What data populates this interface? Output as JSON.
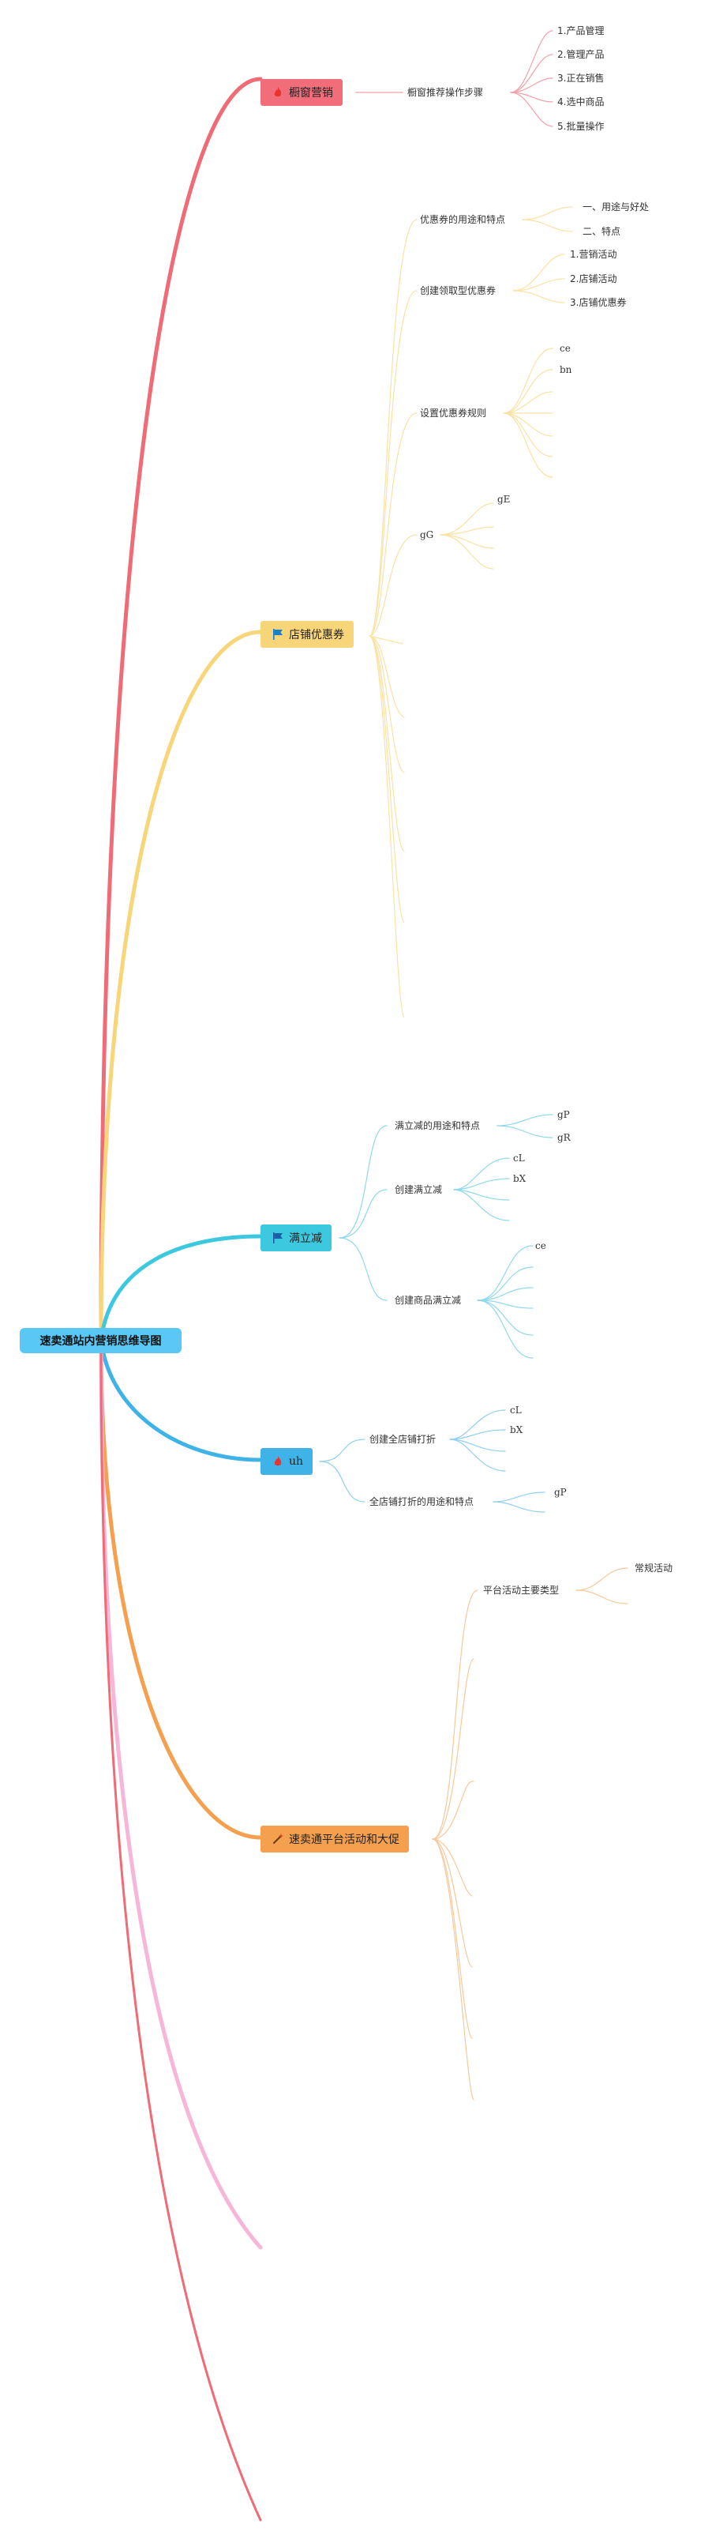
{
  "root": {
    "label": "速卖通站内营销思维导图",
    "color": "#5ac8f5"
  },
  "branches": [
    {
      "label": "橱窗营销",
      "icon": "fire-icon",
      "color": "#f16d7a"
    },
    {
      "label": "店铺优惠券",
      "icon": "flag-icon",
      "color": "#f9d57a"
    },
    {
      "label": "满立减",
      "icon": "flag-icon",
      "color": "#3cc9e0"
    },
    {
      "label": "uh",
      "icon": "fire-icon",
      "color": "#3fb3e8"
    },
    {
      "label": "速卖通平台活动和大促",
      "icon": "wand-icon",
      "color": "#f5a04e"
    }
  ],
  "b1": {
    "sub1": "橱窗推荐操作步骤",
    "leaves": [
      "1.产品管理",
      "2.管理产品",
      "3.正在销售",
      "4.选中商品",
      "5.批量操作"
    ]
  },
  "b2": {
    "sub1": "优惠券的用途和特点",
    "sub1_leaves": [
      "一、用途与好处",
      "二、特点"
    ],
    "sub2": "创建领取型优惠券",
    "sub2_leaves": [
      "1.营销活动",
      "2.店铺活动",
      "3.店铺优惠券"
    ],
    "sub3": "设置优惠券规则",
    "sub3_leaves": [
      "ce",
      "bn"
    ],
    "sub4": "gG",
    "sub4_leaves": [
      "gE"
    ]
  },
  "b3": {
    "sub1": "满立减的用途和特点",
    "sub1_leaves": [
      "gP",
      "gR"
    ],
    "sub2": "创建满立减",
    "sub2_leaves": [
      "cL",
      "bX"
    ],
    "sub3": "创建商品满立减",
    "sub3_leaves": [
      "ce"
    ]
  },
  "b4": {
    "sub1": "创建全店铺打折",
    "sub1_leaves": [
      "cL",
      "bX"
    ],
    "sub2": "全店铺打折的用途和特点",
    "sub2_leaves": [
      "gP"
    ]
  },
  "b5": {
    "sub1": "平台活动主要类型",
    "sub1_leaves": [
      "常规活动"
    ]
  },
  "colors": {
    "pink": "#f7b6d8",
    "red": "#ef6b76"
  }
}
